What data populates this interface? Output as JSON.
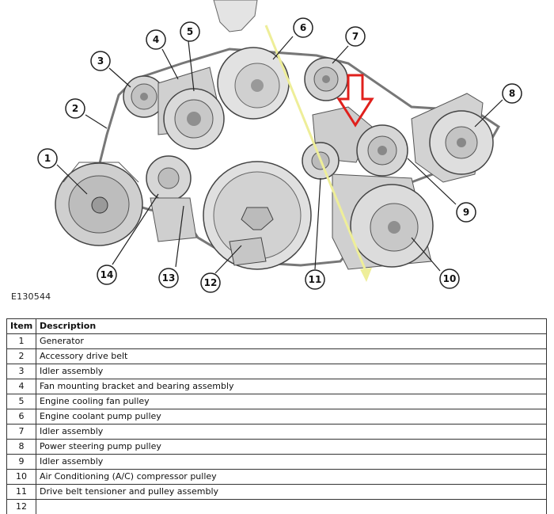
{
  "figure_id": "E130544",
  "callouts": [
    "1",
    "2",
    "3",
    "4",
    "5",
    "6",
    "7",
    "8",
    "9",
    "10",
    "11",
    "12",
    "13",
    "14"
  ],
  "table": {
    "headers": [
      "Item",
      "Description"
    ],
    "rows": [
      {
        "item": "1",
        "description": "Generator"
      },
      {
        "item": "2",
        "description": "Accessory drive belt"
      },
      {
        "item": "3",
        "description": "Idler assembly"
      },
      {
        "item": "4",
        "description": "Fan mounting bracket and bearing assembly"
      },
      {
        "item": "5",
        "description": "Engine cooling fan pulley"
      },
      {
        "item": "6",
        "description": "Engine coolant pump pulley"
      },
      {
        "item": "7",
        "description": "Idler assembly"
      },
      {
        "item": "8",
        "description": "Power steering pump pulley"
      },
      {
        "item": "9",
        "description": "Idler assembly"
      },
      {
        "item": "10",
        "description": "Air Conditioning (A/C) compressor pulley"
      },
      {
        "item": "11",
        "description": "Drive belt tensioner and pulley assembly"
      },
      {
        "item": "12",
        "description": ""
      }
    ]
  },
  "colors": {
    "arrow_marker": "#e0201c",
    "direction_arrow": "#eeee99",
    "part_fill": "#d8d8d8",
    "part_stroke": "#444444"
  }
}
